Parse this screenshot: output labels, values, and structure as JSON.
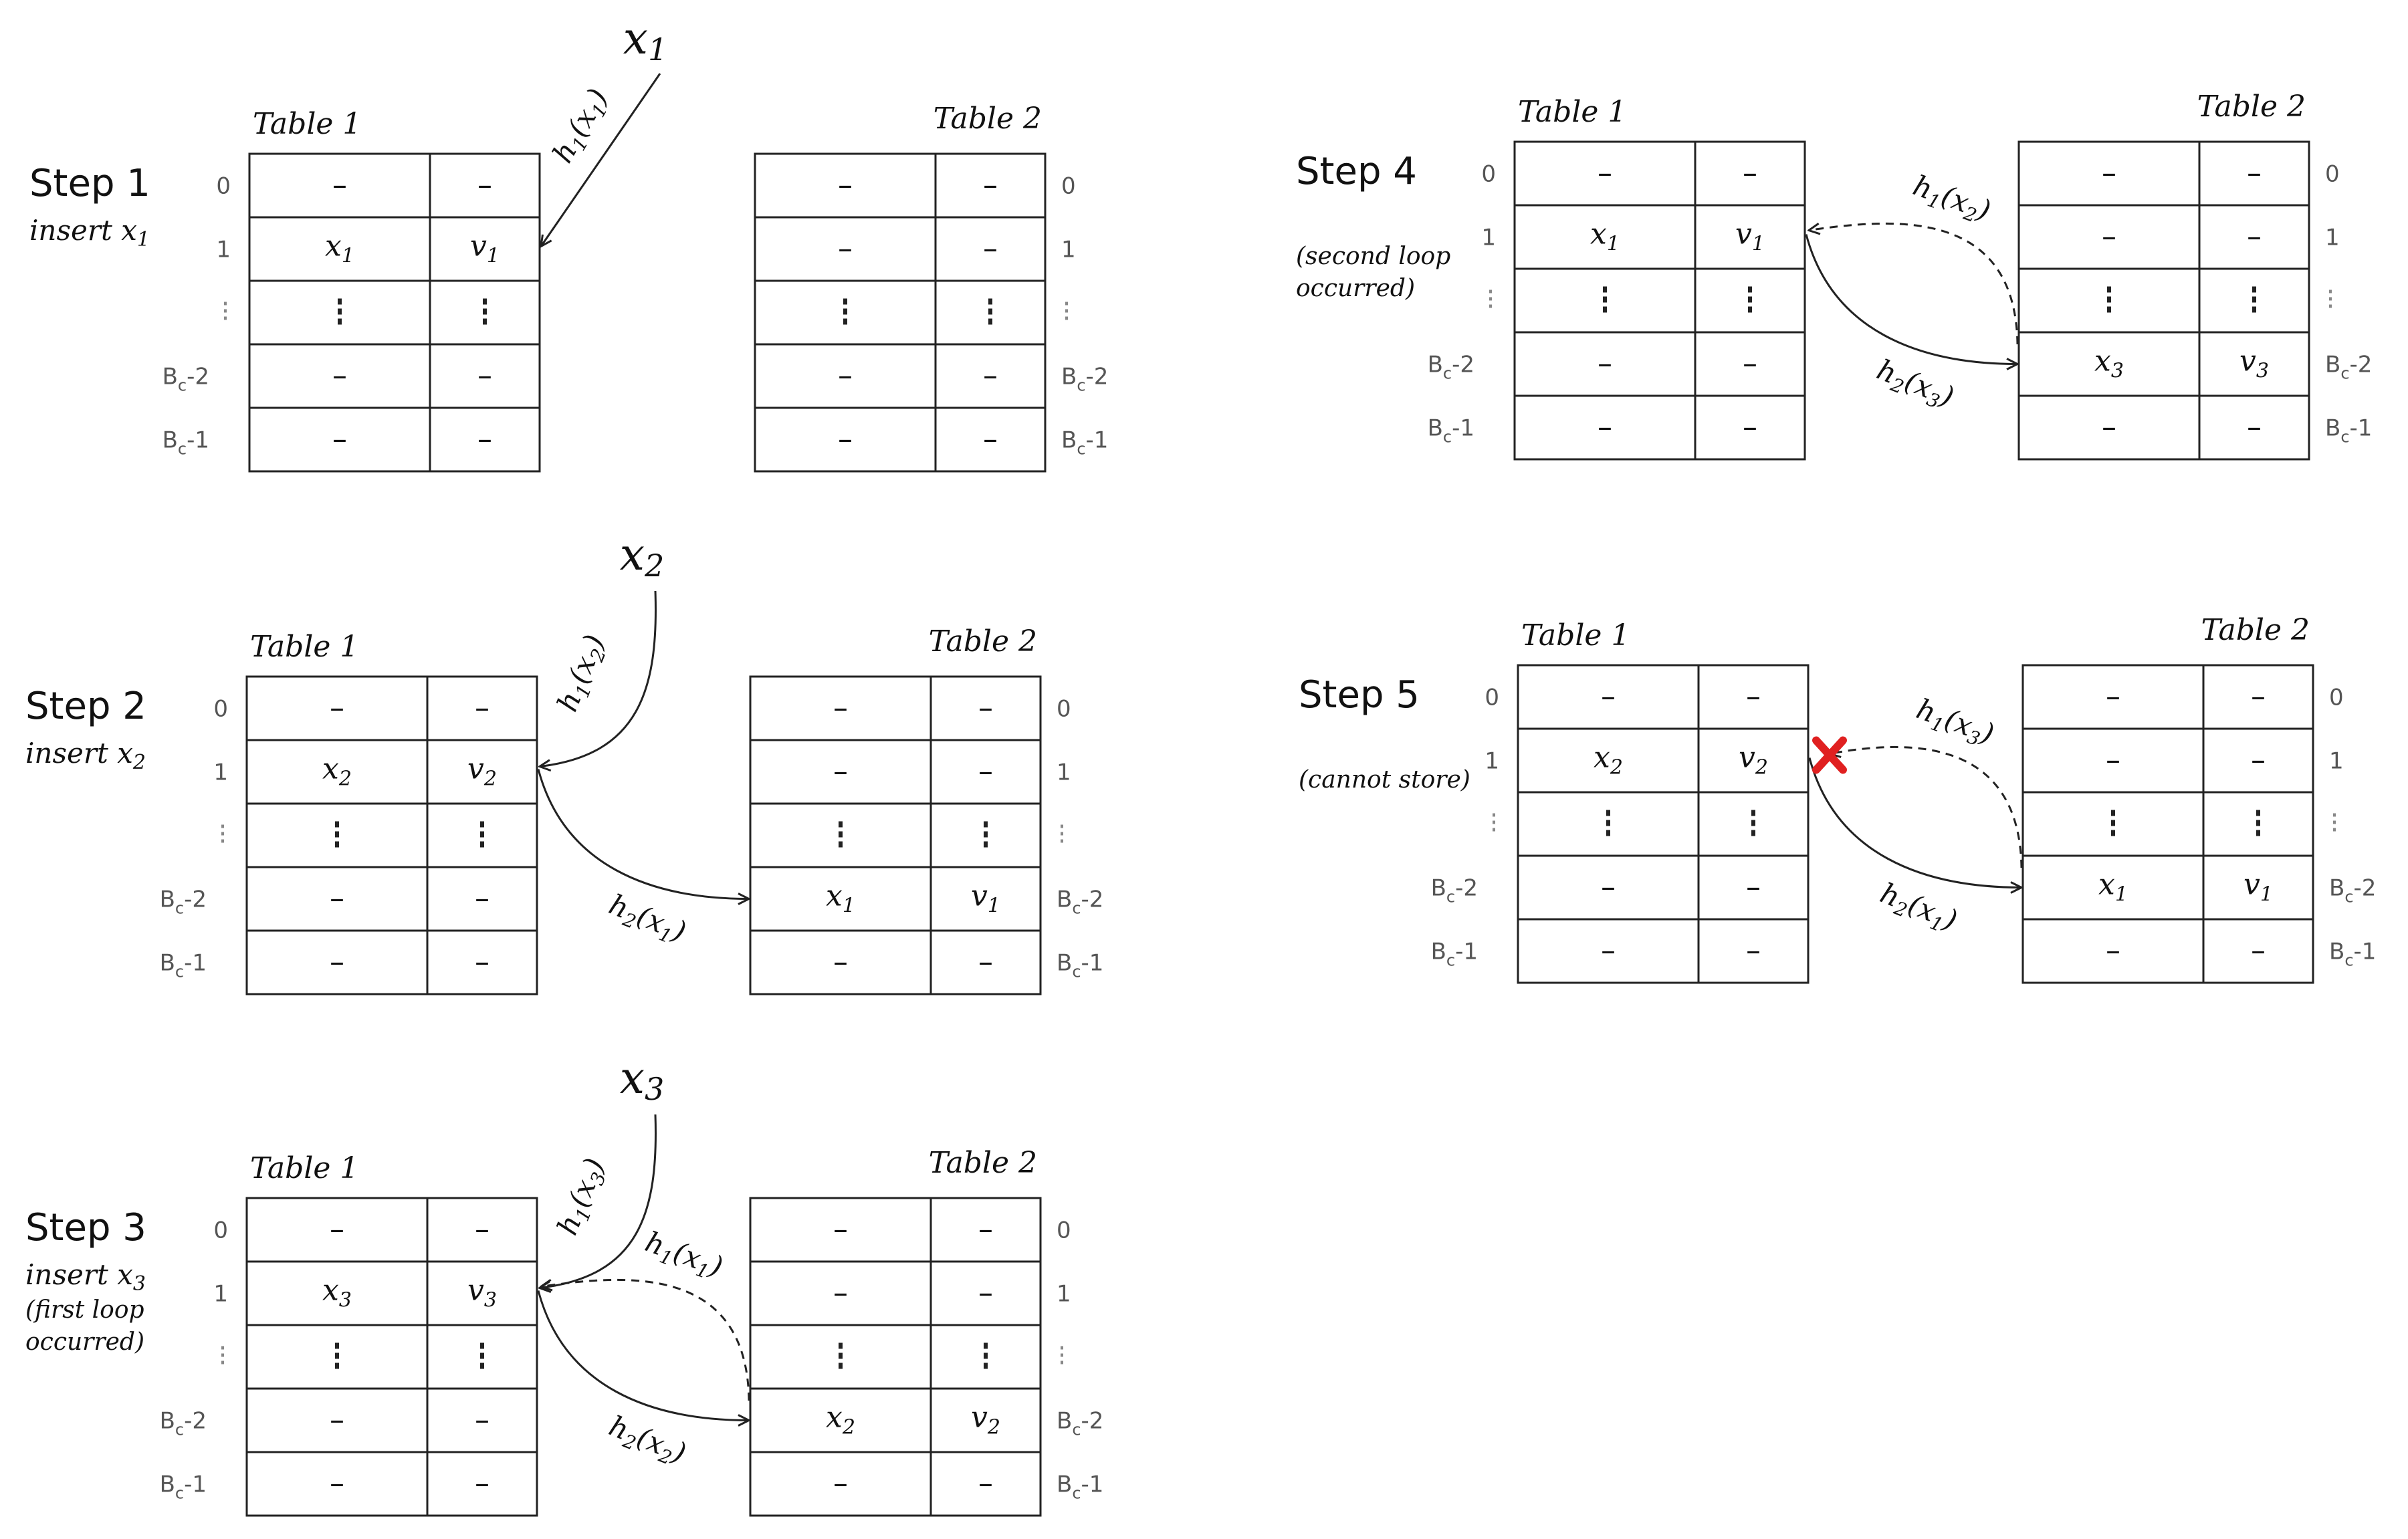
{
  "colors": {
    "ink": "#222222",
    "fail_mark": "#e02020"
  },
  "table_labels": {
    "table1": "Table 1",
    "table2": "Table 2"
  },
  "row_indices": [
    "0",
    "1",
    "⋮",
    "B",
    "B"
  ],
  "steps": [
    {
      "id": "step1",
      "title": "Step 1",
      "subtitle": "insert",
      "subtitle_var": "x",
      "subtitle_sub": "1",
      "notes": [],
      "key": {
        "base": "x",
        "sub": "1"
      },
      "table1_rows": [
        [
          "–",
          "–"
        ],
        [
          "x1",
          "v1"
        ],
        [
          "⋮",
          "⋮"
        ],
        [
          "–",
          "–"
        ],
        [
          "–",
          "–"
        ]
      ],
      "table2_rows": [
        [
          "–",
          "–"
        ],
        [
          "–",
          "–"
        ],
        [
          "⋮",
          "⋮"
        ],
        [
          "–",
          "–"
        ],
        [
          "–",
          "–"
        ]
      ],
      "arrows": [
        {
          "kind": "insert",
          "fn": "h",
          "fn_sub": "1",
          "arg": "x",
          "arg_sub": "1",
          "style": "solid"
        }
      ],
      "failed": false
    },
    {
      "id": "step2",
      "title": "Step 2",
      "subtitle": "insert",
      "subtitle_var": "x",
      "subtitle_sub": "2",
      "notes": [],
      "key": {
        "base": "x",
        "sub": "2"
      },
      "table1_rows": [
        [
          "–",
          "–"
        ],
        [
          "x2",
          "v2"
        ],
        [
          "⋮",
          "⋮"
        ],
        [
          "–",
          "–"
        ],
        [
          "–",
          "–"
        ]
      ],
      "table2_rows": [
        [
          "–",
          "–"
        ],
        [
          "–",
          "–"
        ],
        [
          "⋮",
          "⋮"
        ],
        [
          "x1",
          "v1"
        ],
        [
          "–",
          "–"
        ]
      ],
      "arrows": [
        {
          "kind": "insert",
          "fn": "h",
          "fn_sub": "1",
          "arg": "x",
          "arg_sub": "2",
          "style": "solid"
        },
        {
          "kind": "kick",
          "fn": "h",
          "fn_sub": "2",
          "arg": "x",
          "arg_sub": "1",
          "style": "solid"
        }
      ],
      "failed": false
    },
    {
      "id": "step3",
      "title": "Step 3",
      "subtitle": "insert",
      "subtitle_var": "x",
      "subtitle_sub": "3",
      "notes": [
        "(first loop",
        "occurred)"
      ],
      "key": {
        "base": "x",
        "sub": "3"
      },
      "table1_rows": [
        [
          "–",
          "–"
        ],
        [
          "x3",
          "v3"
        ],
        [
          "⋮",
          "⋮"
        ],
        [
          "–",
          "–"
        ],
        [
          "–",
          "–"
        ]
      ],
      "table2_rows": [
        [
          "–",
          "–"
        ],
        [
          "–",
          "–"
        ],
        [
          "⋮",
          "⋮"
        ],
        [
          "x2",
          "v2"
        ],
        [
          "–",
          "–"
        ]
      ],
      "arrows": [
        {
          "kind": "insert",
          "fn": "h",
          "fn_sub": "1",
          "arg": "x",
          "arg_sub": "3",
          "style": "solid"
        },
        {
          "kind": "loop",
          "fn": "h",
          "fn_sub": "1",
          "arg": "x",
          "arg_sub": "1",
          "style": "dashed"
        },
        {
          "kind": "kick",
          "fn": "h",
          "fn_sub": "2",
          "arg": "x",
          "arg_sub": "2",
          "style": "solid"
        }
      ],
      "failed": false
    },
    {
      "id": "step4",
      "title": "Step 4",
      "subtitle": "",
      "subtitle_var": "",
      "subtitle_sub": "",
      "notes": [
        "(second loop",
        "occurred)"
      ],
      "key": null,
      "table1_rows": [
        [
          "–",
          "–"
        ],
        [
          "x1",
          "v1"
        ],
        [
          "⋮",
          "⋮"
        ],
        [
          "–",
          "–"
        ],
        [
          "–",
          "–"
        ]
      ],
      "table2_rows": [
        [
          "–",
          "–"
        ],
        [
          "–",
          "–"
        ],
        [
          "⋮",
          "⋮"
        ],
        [
          "x3",
          "v3"
        ],
        [
          "–",
          "–"
        ]
      ],
      "arrows": [
        {
          "kind": "loop",
          "fn": "h",
          "fn_sub": "1",
          "arg": "x",
          "arg_sub": "2",
          "style": "dashed"
        },
        {
          "kind": "kick",
          "fn": "h",
          "fn_sub": "2",
          "arg": "x",
          "arg_sub": "3",
          "style": "solid"
        }
      ],
      "failed": false
    },
    {
      "id": "step5",
      "title": "Step 5",
      "subtitle": "",
      "subtitle_var": "",
      "subtitle_sub": "",
      "notes": [
        "(cannot store)"
      ],
      "key": null,
      "table1_rows": [
        [
          "–",
          "–"
        ],
        [
          "x2",
          "v2"
        ],
        [
          "⋮",
          "⋮"
        ],
        [
          "–",
          "–"
        ],
        [
          "–",
          "–"
        ]
      ],
      "table2_rows": [
        [
          "–",
          "–"
        ],
        [
          "–",
          "–"
        ],
        [
          "⋮",
          "⋮"
        ],
        [
          "x1",
          "v1"
        ],
        [
          "–",
          "–"
        ]
      ],
      "arrows": [
        {
          "kind": "loop",
          "fn": "h",
          "fn_sub": "1",
          "arg": "x",
          "arg_sub": "3",
          "style": "dashed"
        },
        {
          "kind": "kick",
          "fn": "h",
          "fn_sub": "2",
          "arg": "x",
          "arg_sub": "1",
          "style": "solid"
        }
      ],
      "failed": true
    }
  ]
}
